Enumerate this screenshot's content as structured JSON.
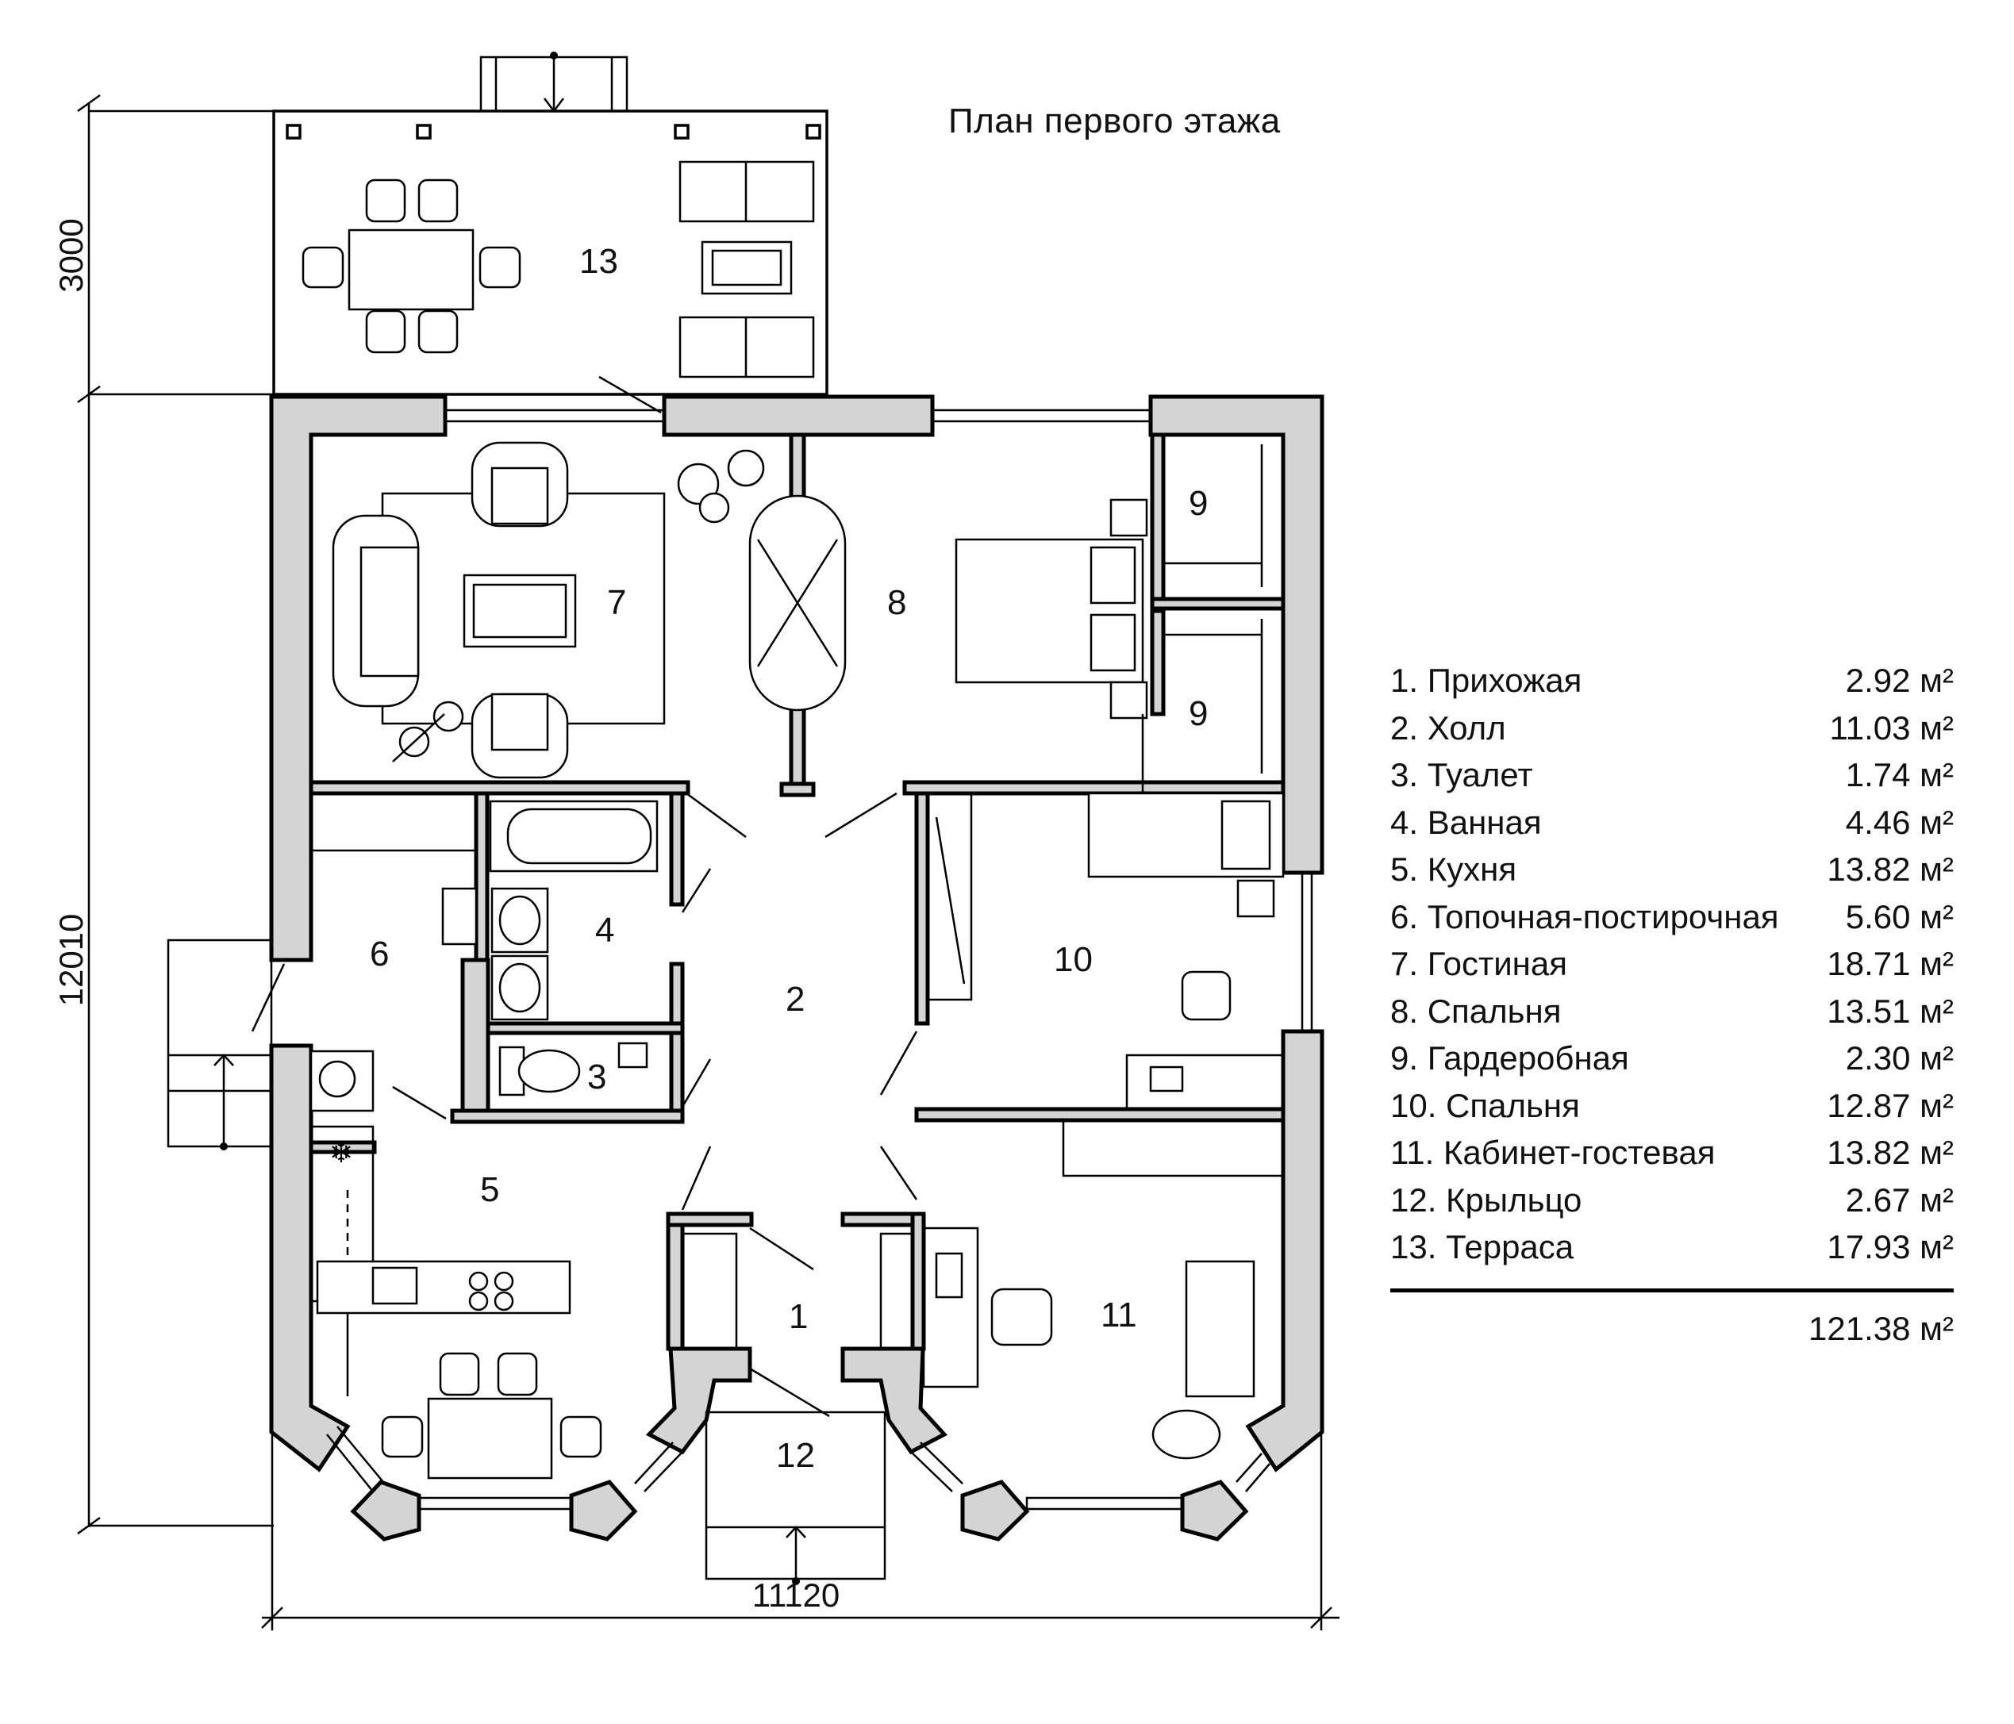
{
  "title": "План первого этажа",
  "dimensions": {
    "terrace_depth": "3000",
    "house_depth": "12010",
    "house_width": "11120"
  },
  "room_labels": [
    {
      "id": "r13",
      "text": "13"
    },
    {
      "id": "r7",
      "text": "7"
    },
    {
      "id": "r8",
      "text": "8"
    },
    {
      "id": "r9a",
      "text": "9"
    },
    {
      "id": "r9b",
      "text": "9"
    },
    {
      "id": "r6",
      "text": "6"
    },
    {
      "id": "r4",
      "text": "4"
    },
    {
      "id": "r2",
      "text": "2"
    },
    {
      "id": "r10",
      "text": "10"
    },
    {
      "id": "r3",
      "text": "3"
    },
    {
      "id": "r5",
      "text": "5"
    },
    {
      "id": "r1",
      "text": "1"
    },
    {
      "id": "r11",
      "text": "11"
    },
    {
      "id": "r12",
      "text": "12"
    }
  ],
  "legend": [
    {
      "name": "1. Прихожая",
      "area": "2.92 м²"
    },
    {
      "name": "2. Холл",
      "area": "11.03 м²"
    },
    {
      "name": "3. Туалет",
      "area": "1.74 м²"
    },
    {
      "name": "4. Ванная",
      "area": "4.46 м²"
    },
    {
      "name": "5. Кухня",
      "area": "13.82 м²"
    },
    {
      "name": "6. Топочная-постирочная",
      "area": "5.60 м²"
    },
    {
      "name": "7. Гостиная",
      "area": "18.71 м²"
    },
    {
      "name": "8. Спальня",
      "area": "13.51 м²"
    },
    {
      "name": "9. Гардеробная",
      "area": "2.30 м²"
    },
    {
      "name": "10. Спальня",
      "area": "12.87 м²"
    },
    {
      "name": "11. Кабинет-гостевая",
      "area": "13.82 м²"
    },
    {
      "name": "12. Крыльцо",
      "area": "2.67 м²"
    },
    {
      "name": "13. Терраса",
      "area": "17.93 м²"
    }
  ],
  "total": "121.38 м²"
}
